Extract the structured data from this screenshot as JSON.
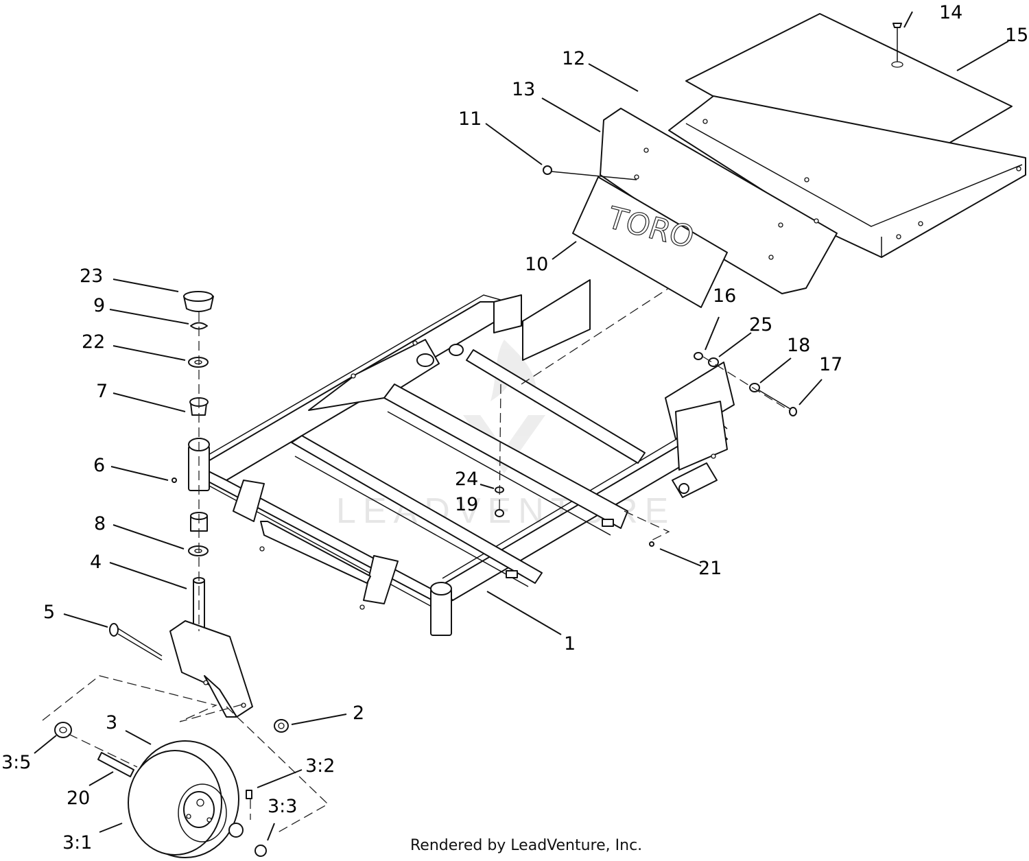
{
  "watermark": "LEADVENTURE",
  "brand_text": "TORO",
  "footer": "Rendered by LeadVenture, Inc.",
  "callouts": {
    "c1": "1",
    "c2": "2",
    "c3": "3",
    "c3_1": "3:1",
    "c3_2": "3:2",
    "c3_3": "3:3",
    "c3_5": "3:5",
    "c4": "4",
    "c5": "5",
    "c6": "6",
    "c7": "7",
    "c8": "8",
    "c9": "9",
    "c10": "10",
    "c11": "11",
    "c12": "12",
    "c13": "13",
    "c14": "14",
    "c15": "15",
    "c16": "16",
    "c17": "17",
    "c18": "18",
    "c19": "19",
    "c20": "20",
    "c21": "21",
    "c22": "22",
    "c23": "23",
    "c24": "24",
    "c25": "25"
  }
}
